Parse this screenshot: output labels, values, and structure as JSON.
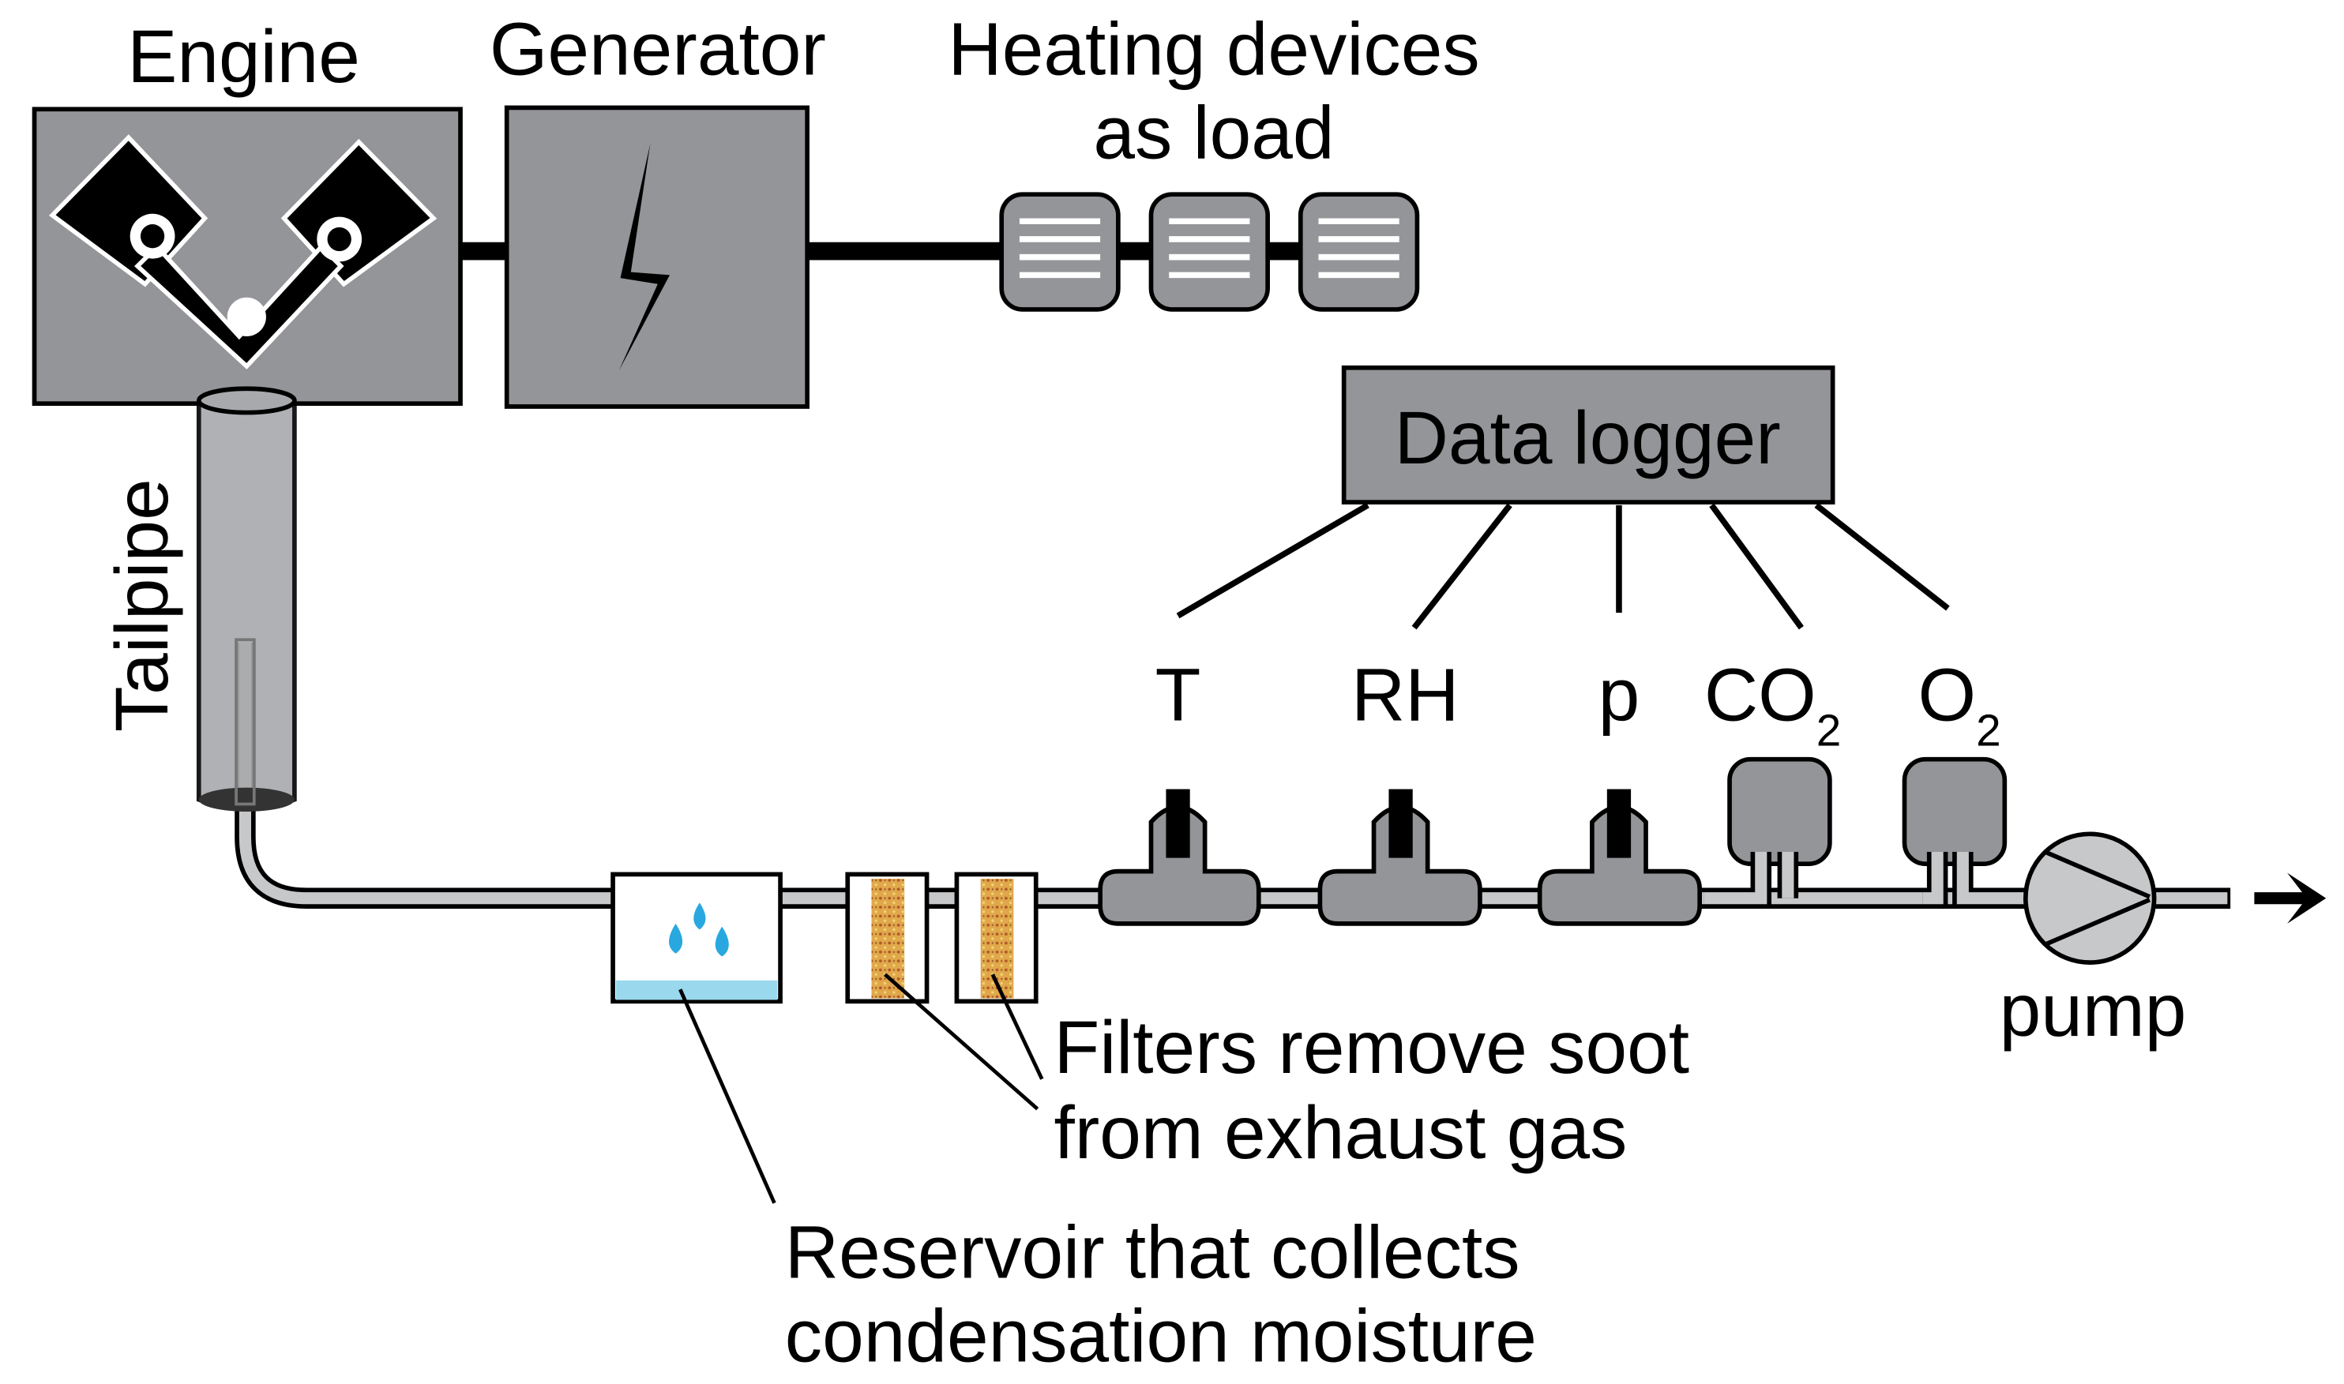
{
  "labels": {
    "engine": "Engine",
    "generator": "Generator",
    "heating_line1": "Heating devices",
    "heating_line2": "as load",
    "tailpipe": "Tailpipe",
    "data_logger": "Data logger",
    "pump": "pump",
    "filters_line1": "Filters remove soot",
    "filters_line2": "from exhaust gas",
    "reservoir_line1": "Reservoir that collects",
    "reservoir_line2": "condensation moisture"
  },
  "sensors": [
    {
      "label": "T",
      "sub": ""
    },
    {
      "label": "RH",
      "sub": ""
    },
    {
      "label": "p",
      "sub": ""
    },
    {
      "label": "CO",
      "sub": "2"
    },
    {
      "label": "O",
      "sub": "2"
    }
  ],
  "colors": {
    "box_gray": "#939598",
    "pipe_gray": "#c7c8ca",
    "tailpipe_gray": "#a7a9ac",
    "water": "#9ad8ee",
    "drop": "#29a8e0",
    "filter_media": "#e0a84a"
  }
}
